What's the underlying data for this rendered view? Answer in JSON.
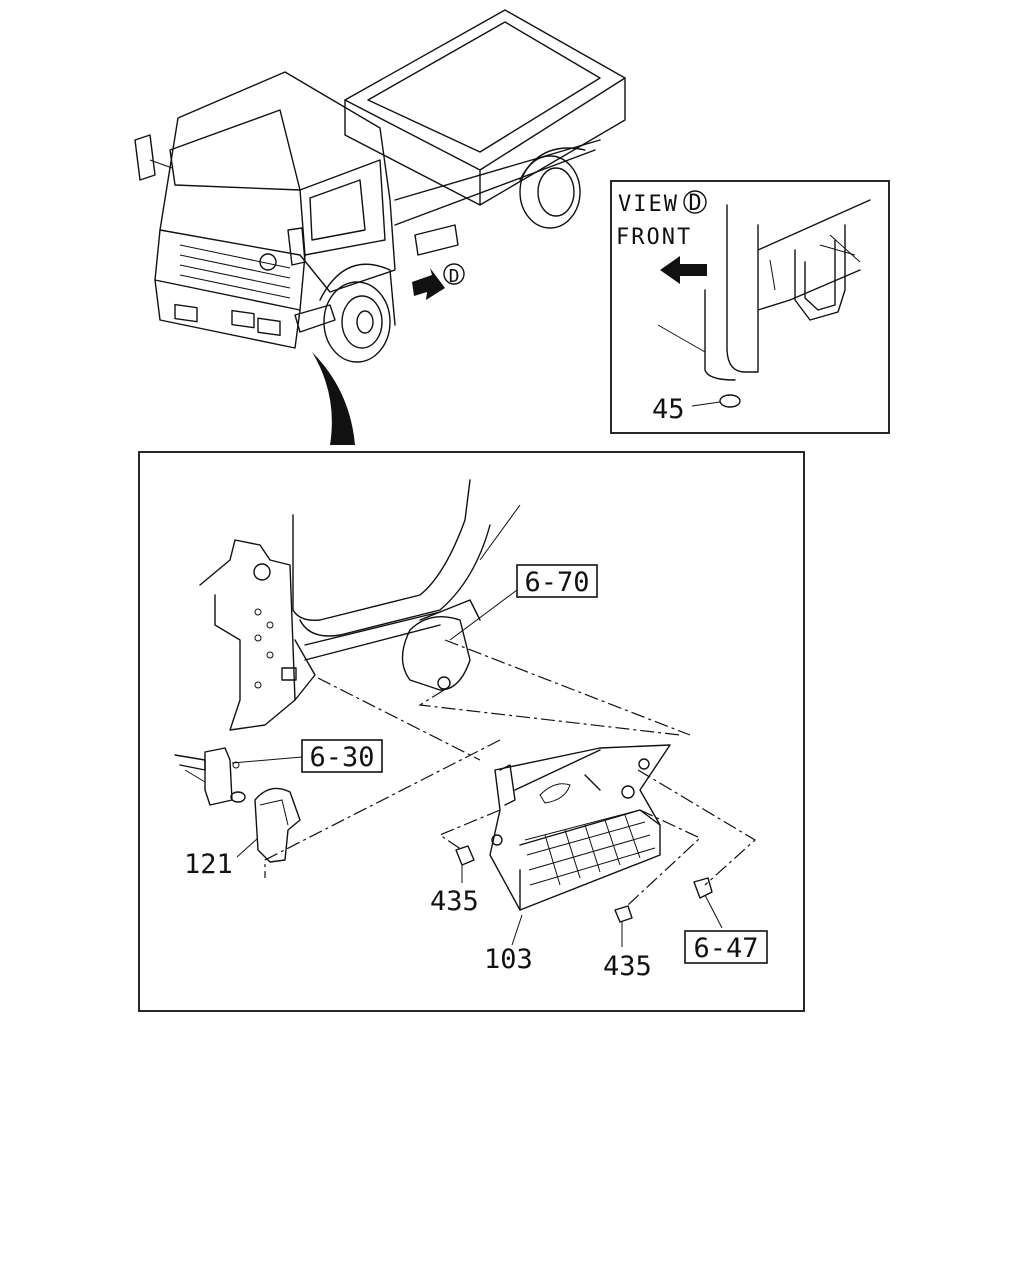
{
  "view_panel": {
    "view_word": "VIEW",
    "view_marker": "D",
    "front_label": "FRONT",
    "part_45": "45"
  },
  "truck": {
    "view_arrow_marker": "D"
  },
  "detail": {
    "ref_6_70": "6-70",
    "ref_6_30": "6-30",
    "ref_6_47": "6-47",
    "part_121": "121",
    "part_435_left": "435",
    "part_435_right": "435",
    "part_103": "103"
  }
}
